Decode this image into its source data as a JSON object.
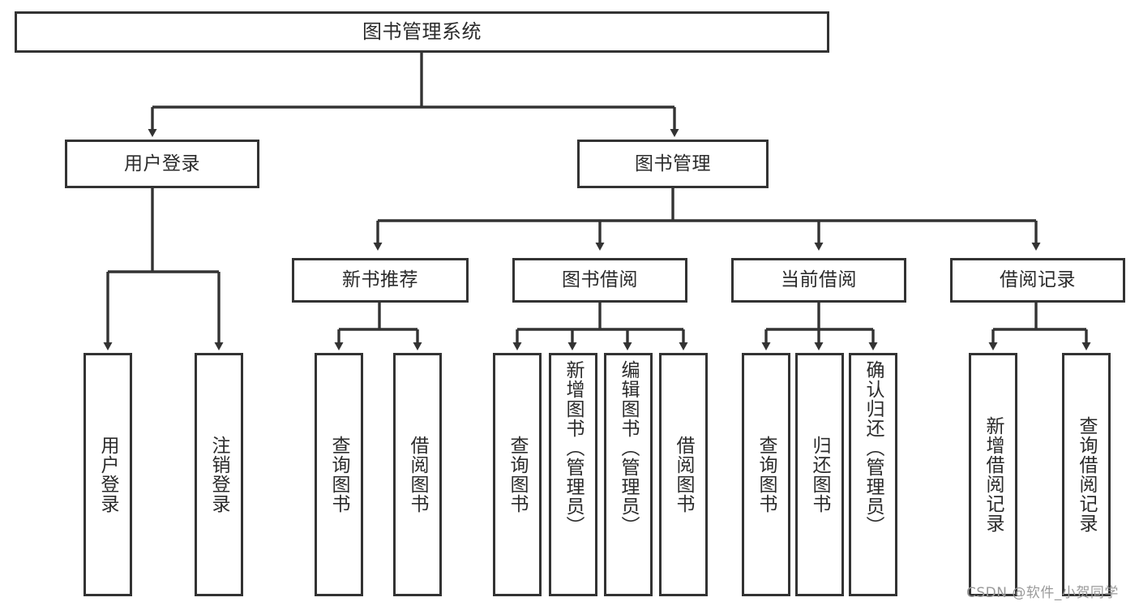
{
  "diagram": {
    "title": "图书管理系统",
    "type": "tree-hierarchy-chart",
    "edge_color": "#333333",
    "box_border_color": "#333333",
    "box_fill_color": "#ffffff",
    "text_color": "#2b2b2b",
    "levels": {
      "root": {
        "label": "图书管理系统"
      },
      "level2": [
        {
          "label": "用户登录"
        },
        {
          "label": "图书管理"
        }
      ],
      "level3": [
        {
          "label": "新书推荐"
        },
        {
          "label": "图书借阅"
        },
        {
          "label": "当前借阅"
        },
        {
          "label": "借阅记录"
        }
      ],
      "leaves": {
        "user_login": [
          {
            "label": "用户登录"
          },
          {
            "label": "注销登录"
          }
        ],
        "new_book_recommend": [
          {
            "label": "查询图书"
          },
          {
            "label": "借阅图书"
          }
        ],
        "book_borrow": [
          {
            "label": "查询图书"
          },
          {
            "label": "新增图书（管理员）"
          },
          {
            "label": "编辑图书（管理员）"
          },
          {
            "label": "借阅图书"
          }
        ],
        "current_borrow": [
          {
            "label": "查询图书"
          },
          {
            "label": "归还图书"
          },
          {
            "label": "确认归还（管理员）"
          }
        ],
        "borrow_record": [
          {
            "label": "新增借阅记录"
          },
          {
            "label": "查询借阅记录"
          }
        ]
      }
    }
  },
  "watermark": {
    "text": "CSDN @软件_小贺同学"
  }
}
